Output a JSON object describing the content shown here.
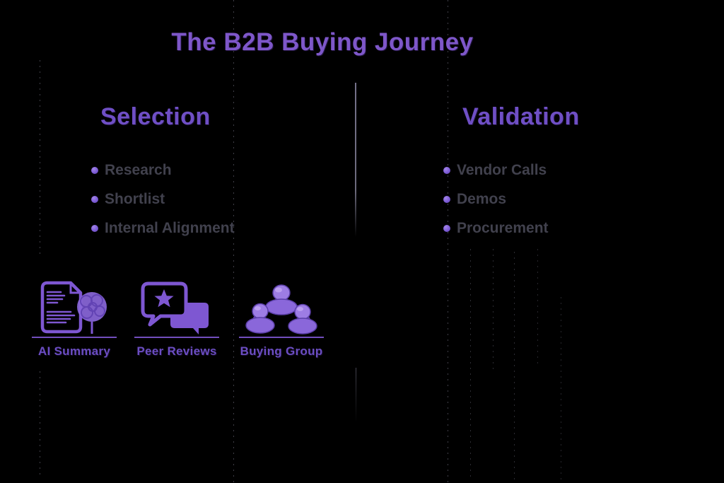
{
  "title": "The B2B Buying Journey",
  "sections": {
    "selection": {
      "heading": "Selection",
      "items": [
        "Research",
        "Shortlist",
        "Internal Alignment"
      ]
    },
    "validation": {
      "heading": "Validation",
      "items": [
        "Vendor Calls",
        "Demos",
        "Procurement"
      ]
    }
  },
  "icon_cards": [
    {
      "label": "AI Summary",
      "icon": "ai-summary-document-brain-icon"
    },
    {
      "label": "Peer Reviews",
      "icon": "peer-reviews-chat-star-icon"
    },
    {
      "label": "Buying Group",
      "icon": "buying-group-people-icon"
    }
  ],
  "colors": {
    "background": "#000000",
    "title": "#7e57c9",
    "heading": "#6f4fc5",
    "bullet": "#7d5cd6",
    "list_text": "#41414d",
    "icon": "#7e57d2",
    "icon_fill": "#8a67da",
    "icon_light": "#9d7de4",
    "label": "#6b4dc2",
    "divider": "#6c6a7c"
  }
}
